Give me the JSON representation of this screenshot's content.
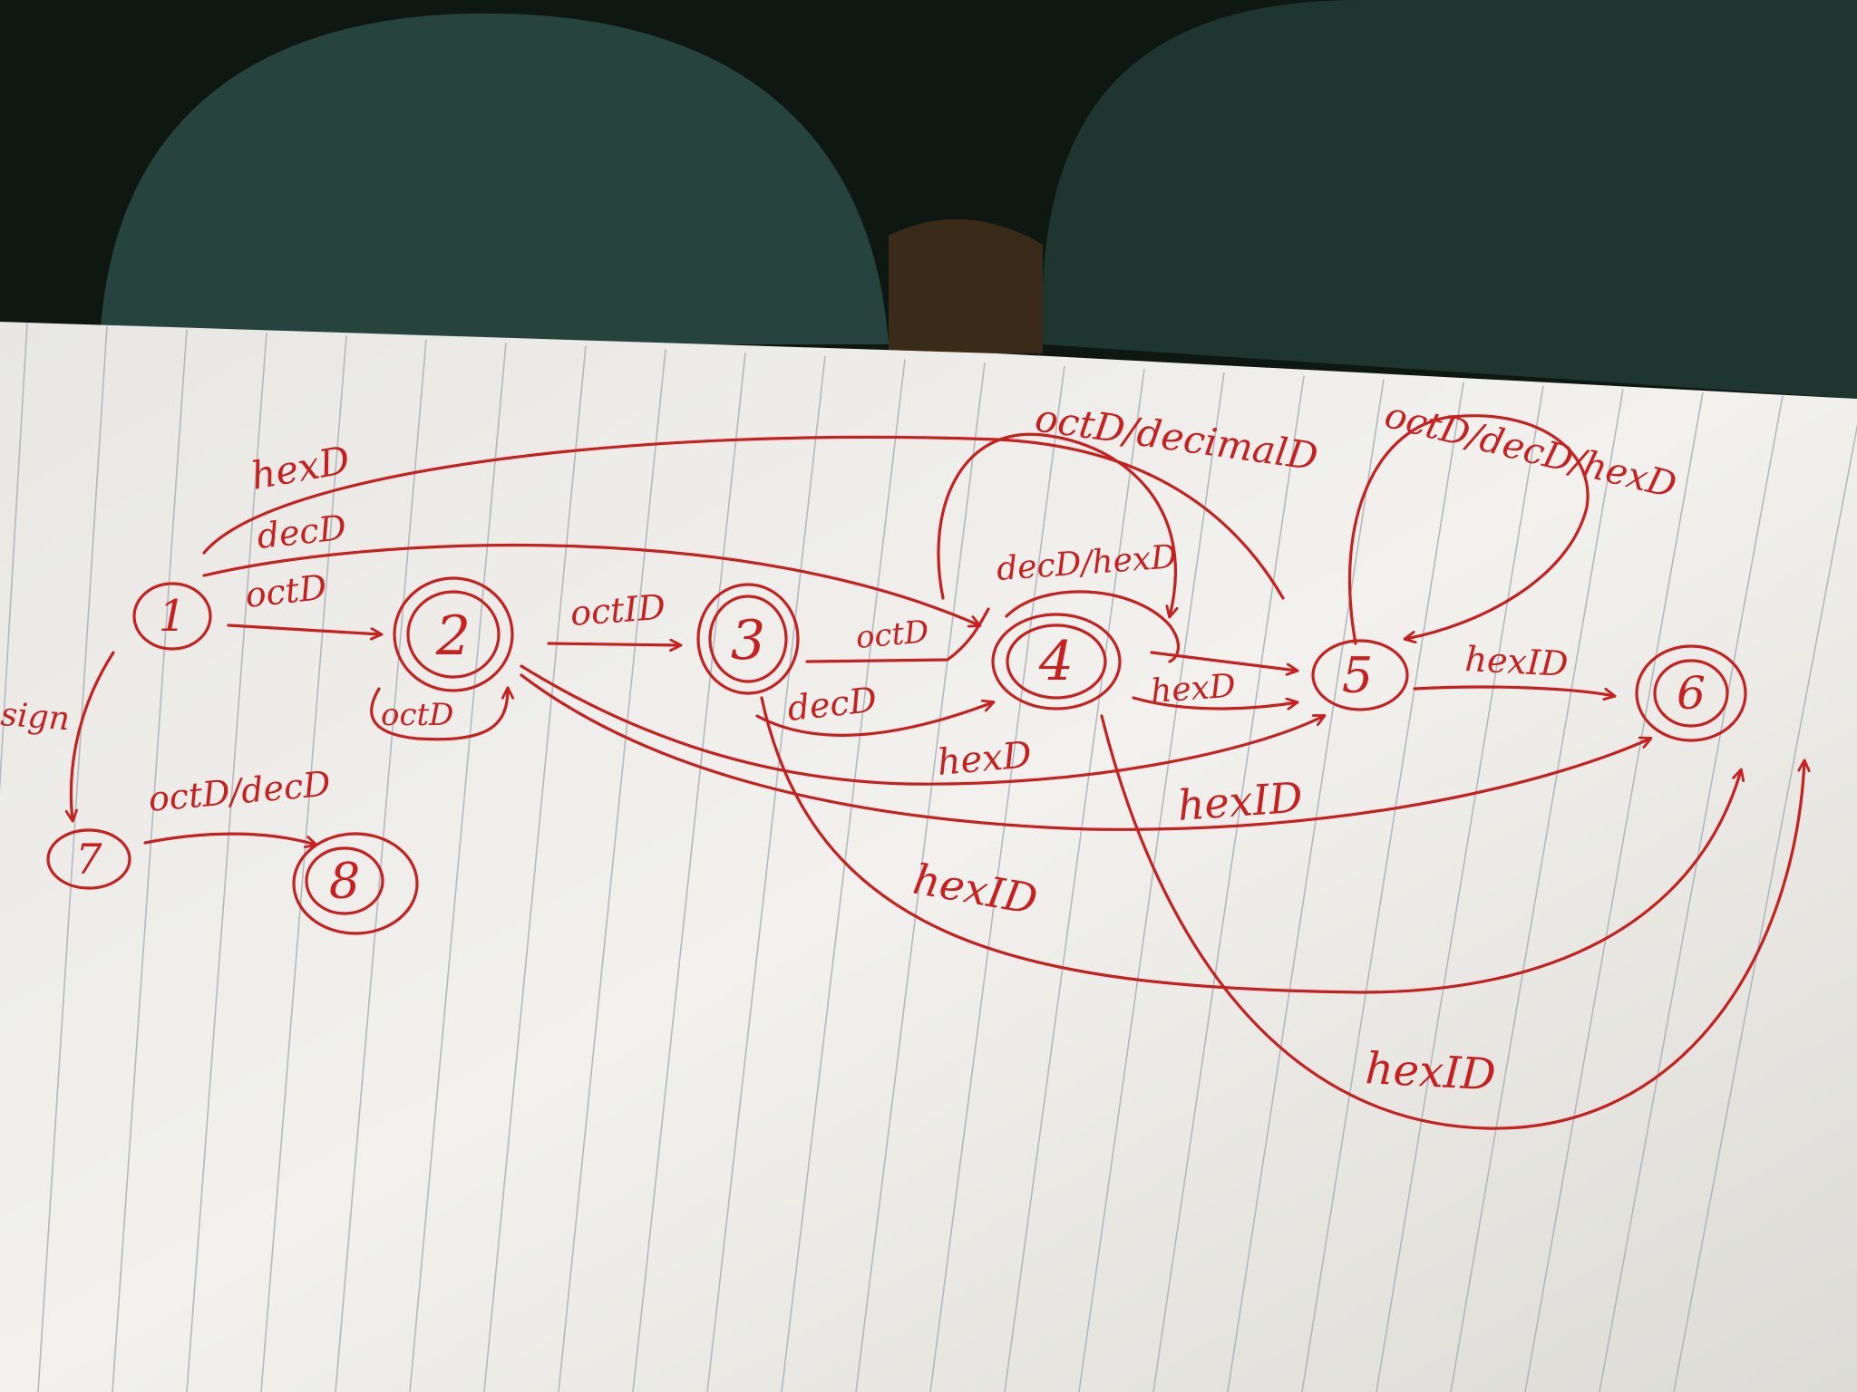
{
  "diagram": {
    "ink_color": "#c81f1f",
    "paper_color": "#f1f0ec",
    "rule_color": "#a8b0b8",
    "states": [
      {
        "id": "1",
        "label": "1",
        "accepting": false
      },
      {
        "id": "2",
        "label": "2",
        "accepting": true
      },
      {
        "id": "3",
        "label": "3",
        "accepting": true
      },
      {
        "id": "4",
        "label": "4",
        "accepting": true
      },
      {
        "id": "5",
        "label": "5",
        "accepting": false
      },
      {
        "id": "6",
        "label": "6",
        "accepting": true
      },
      {
        "id": "7",
        "label": "7",
        "accepting": false
      },
      {
        "id": "8",
        "label": "8",
        "accepting": true
      }
    ],
    "transitions": [
      {
        "from": "1",
        "to": "5",
        "label": "hexD"
      },
      {
        "from": "1",
        "to": "4",
        "label": "decD"
      },
      {
        "from": "1",
        "to": "2",
        "label": "octD"
      },
      {
        "from": "1",
        "to": "7",
        "label": "sign"
      },
      {
        "from": "2",
        "to": "2",
        "label": "octD"
      },
      {
        "from": "2",
        "to": "3",
        "label": "octID"
      },
      {
        "from": "2",
        "to": "5",
        "label": "hexD"
      },
      {
        "from": "2",
        "to": "6",
        "label": "hexID"
      },
      {
        "from": "3",
        "to": "4",
        "label": "octD"
      },
      {
        "from": "3",
        "to": "4",
        "label": "decD"
      },
      {
        "from": "3",
        "to": "6",
        "label": "hexID"
      },
      {
        "from": "4",
        "to": "4",
        "label": "octD/decimalD"
      },
      {
        "from": "4",
        "to": "4",
        "label": "decD/hexD"
      },
      {
        "from": "4",
        "to": "5",
        "label": "hexD"
      },
      {
        "from": "4",
        "to": "6",
        "label": "hexID"
      },
      {
        "from": "5",
        "to": "5",
        "label": "octD/decD/hexD"
      },
      {
        "from": "5",
        "to": "6",
        "label": "hexID"
      },
      {
        "from": "7",
        "to": "8",
        "label": "octD/decD"
      }
    ]
  }
}
